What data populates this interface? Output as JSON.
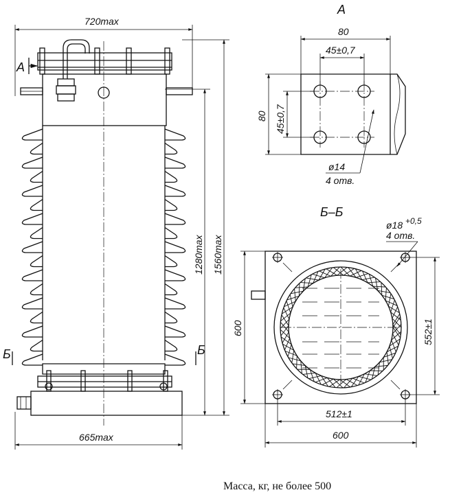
{
  "drawing": {
    "front_view": {
      "dim_top": "720max",
      "dim_bottom": "665max",
      "dim_height_total": "1560max",
      "dim_height_insulator": "1280max",
      "section_left": "Б",
      "section_right": "Б",
      "view_marker": "А"
    },
    "view_a": {
      "title": "А",
      "dim_width": "80",
      "dim_hole_spacing_x": "45±0,7",
      "dim_height": "80",
      "dim_hole_spacing_y": "45±0,7",
      "hole_note_line1": "ø14",
      "hole_note_line2": "4 отв."
    },
    "section_bb": {
      "title": "Б–Б",
      "hole_note_line1": "ø18",
      "hole_note_tol": "+0,5",
      "hole_note_line2": "4 отв.",
      "dim_height": "600",
      "dim_hole_spacing_y": "552±1",
      "dim_hole_spacing_x": "512±1",
      "dim_width": "600"
    },
    "caption": "Масса, кг, не более 500"
  }
}
